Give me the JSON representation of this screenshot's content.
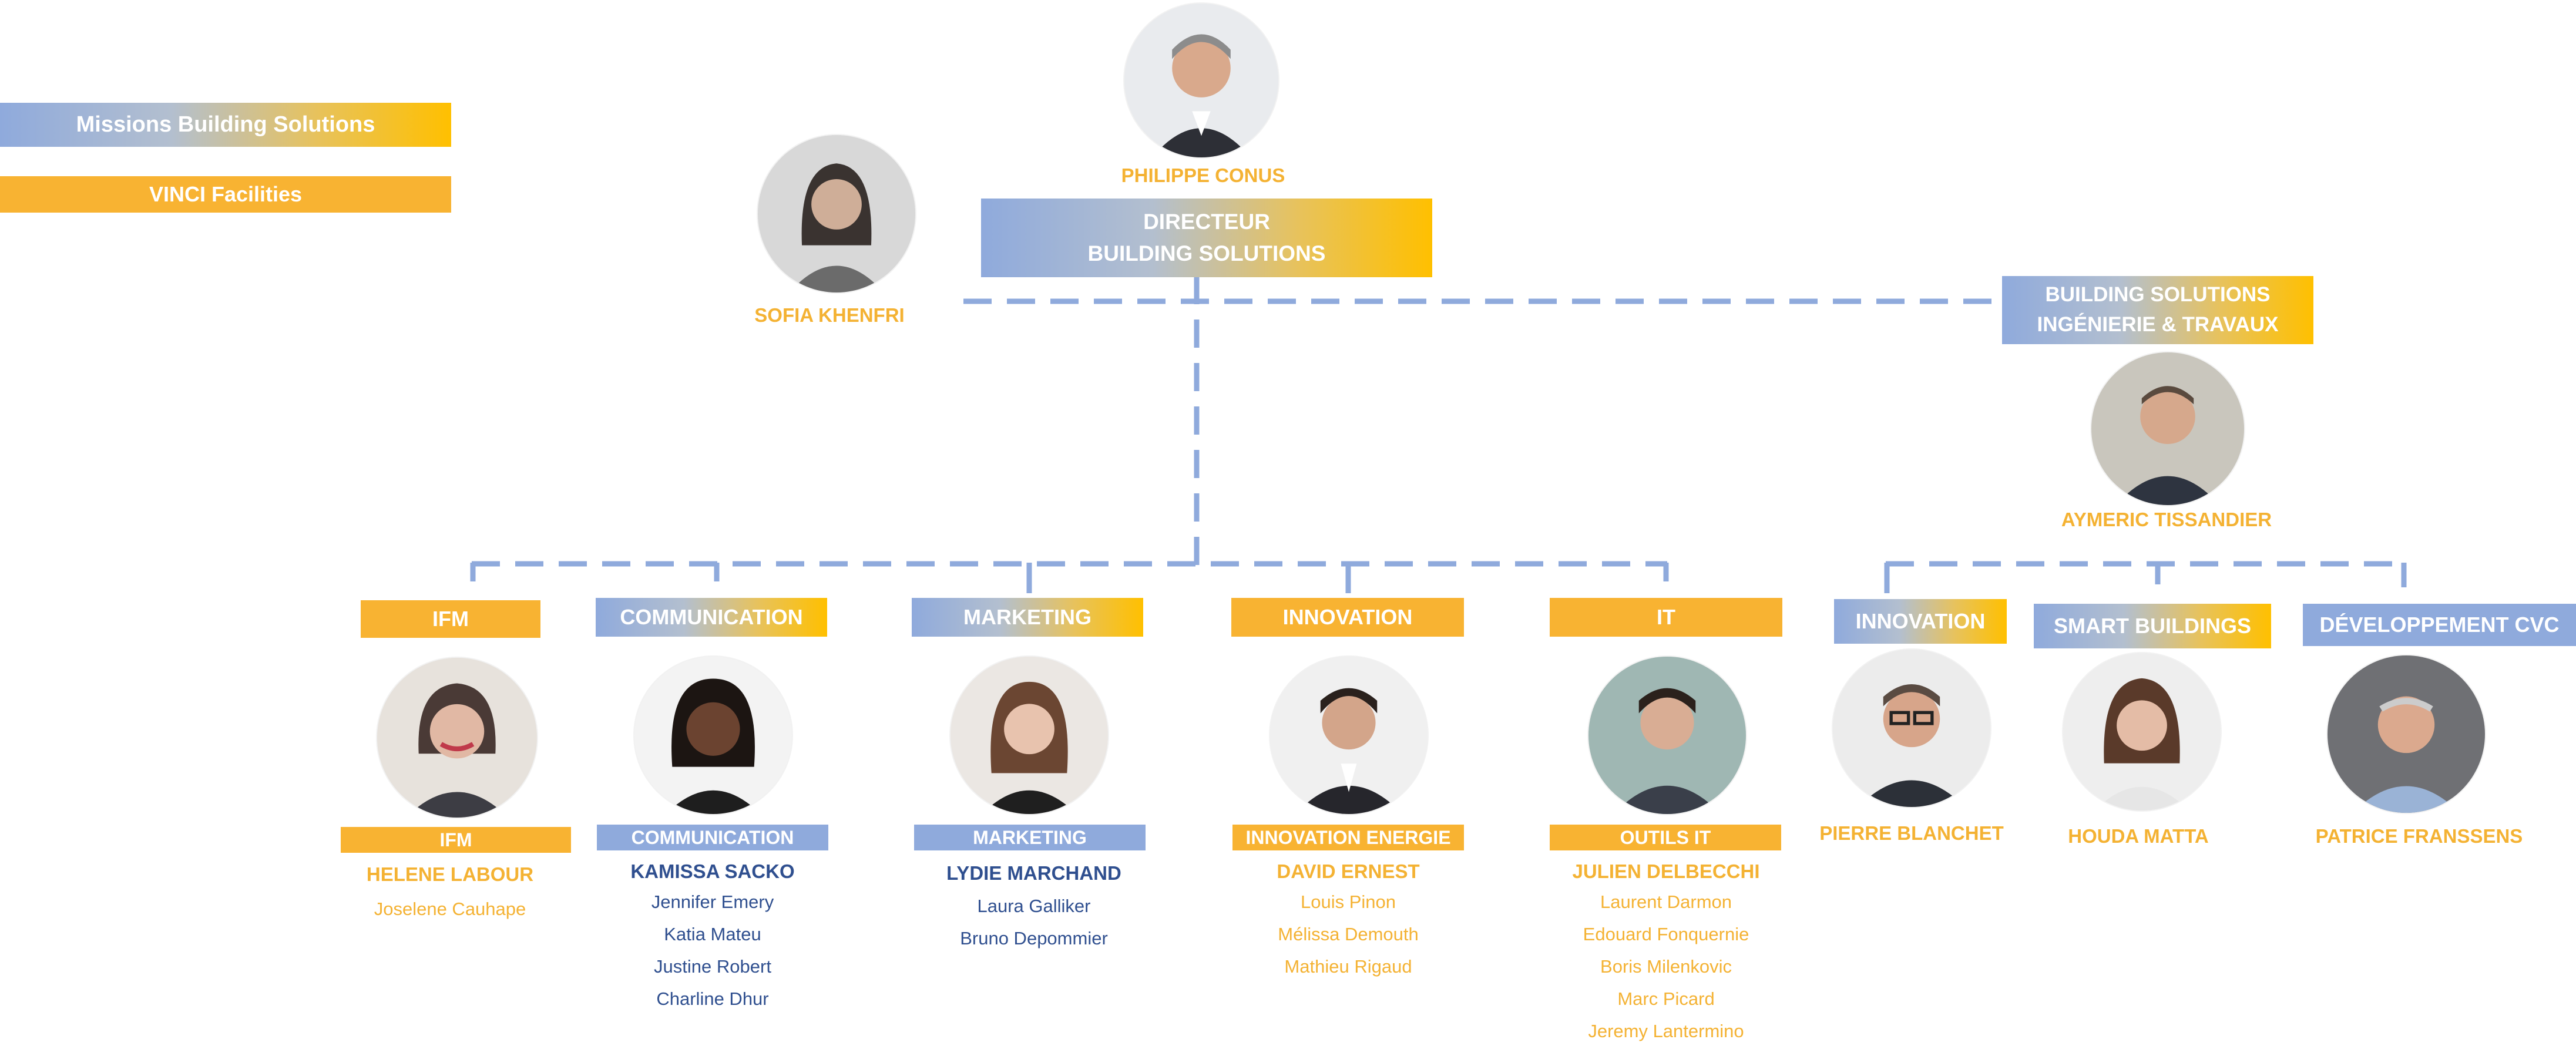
{
  "legend": {
    "missions": "Missions Building Solutions",
    "vinci": "VINCI Facilities"
  },
  "top": {
    "name": "PHILIPPE CONUS",
    "title_line1": "DIRECTEUR",
    "title_line2": "BUILDING SOLUTIONS"
  },
  "assistant": {
    "name": "SOFIA KHENFRI"
  },
  "bsit": {
    "title_line1": "BUILDING SOLUTIONS",
    "title_line2": "INGÉNIERIE & TRAVAUX",
    "name": "AYMERIC TISSANDIER"
  },
  "departments": [
    {
      "header": "IFM",
      "team": "IFM",
      "lead": "HELENE LABOUR",
      "members": [
        "Joselene Cauhape"
      ]
    },
    {
      "header": "COMMUNICATION",
      "team": "COMMUNICATION",
      "lead": "KAMISSA SACKO",
      "members": [
        "Jennifer Emery",
        "Katia Mateu",
        "Justine Robert",
        "Charline Dhur"
      ]
    },
    {
      "header": "MARKETING",
      "team": "MARKETING",
      "lead": "LYDIE MARCHAND",
      "members": [
        "Laura Galliker",
        "Bruno Depommier"
      ]
    },
    {
      "header": "INNOVATION",
      "team": "INNOVATION ENERGIE",
      "lead": "DAVID ERNEST",
      "members": [
        "Louis Pinon",
        "Mélissa Demouth",
        "Mathieu Rigaud"
      ]
    },
    {
      "header": "IT",
      "team": "OUTILS IT",
      "lead": "JULIEN DELBECCHI",
      "members": [
        "Laurent Darmon",
        "Edouard Fonquernie",
        "Boris Milenkovic",
        "Marc Picard",
        "Jeremy Lantermino"
      ]
    }
  ],
  "bsit_departments": [
    {
      "header": "INNOVATION",
      "lead": "PIERRE BLANCHET"
    },
    {
      "header": "SMART BUILDINGS",
      "lead": "HOUDA MATTA"
    },
    {
      "header": "DÉVELOPPEMENT CVC",
      "lead": "PATRICE FRANSSENS"
    }
  ],
  "colors": {
    "orange": "#f8b332",
    "blue": "#8faadc",
    "gold_text": "#f4b233",
    "navy_text": "#2f4f8f",
    "connector": "#8faadc"
  }
}
